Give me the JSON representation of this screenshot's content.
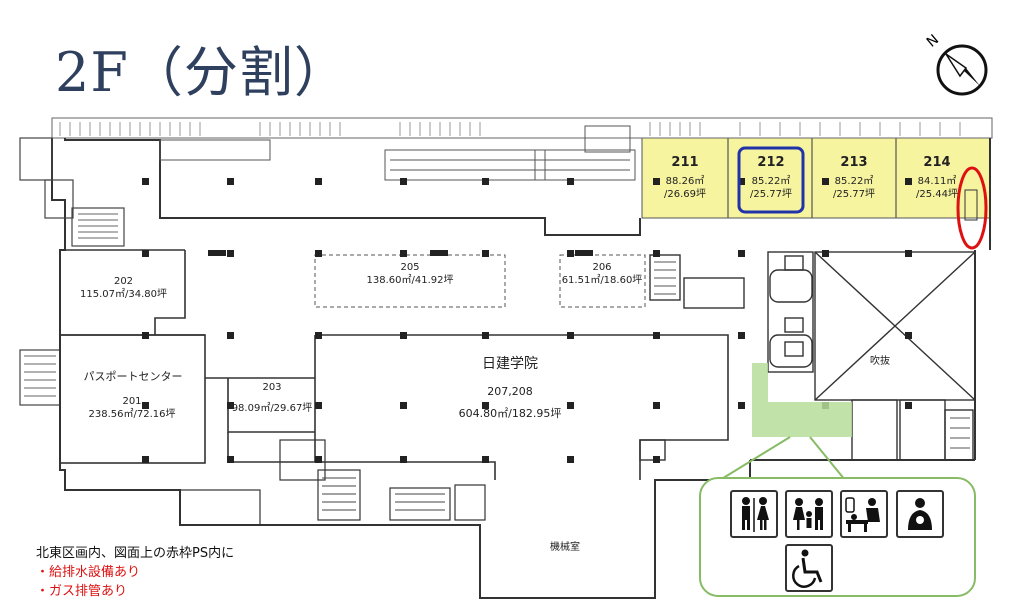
{
  "title": "2F（分割）",
  "compass_label": "N",
  "rooms": {
    "r211": {
      "num": "211",
      "area": "88.26㎡",
      "tsubo": "/26.69坪"
    },
    "r212": {
      "num": "212",
      "area": "85.22㎡",
      "tsubo": "/25.77坪"
    },
    "r213": {
      "num": "213",
      "area": "85.22㎡",
      "tsubo": "/25.77坪"
    },
    "r214": {
      "num": "214",
      "area": "84.11㎡",
      "tsubo": "/25.44坪"
    },
    "r202": {
      "num": "202",
      "area": "115.07㎡/34.80坪"
    },
    "r205": {
      "num": "205",
      "area": "138.60㎡/41.92坪"
    },
    "r206": {
      "num": "206",
      "area": "61.51㎡/18.60坪"
    },
    "r201": {
      "name": "パスポートセンター",
      "num": "201",
      "area": "238.56㎡/72.16坪"
    },
    "r203": {
      "num": "203",
      "area": "98.09㎡/29.67坪"
    },
    "r207": {
      "name": "日建学院",
      "num": "207,208",
      "area": "604.80㎡/182.95坪"
    },
    "atrium": "吹抜",
    "machine": "機械室"
  },
  "note": {
    "line1": "北東区画内、図面上の赤枠PS内に",
    "line2": "・給排水設備あり",
    "line3": "・ガス排管あり"
  },
  "facility_icons": [
    "mens-womens-restroom-icon",
    "family-restroom-icon",
    "baby-changing-icon",
    "nursing-room-icon",
    "wheelchair-accessible-icon"
  ],
  "colors": {
    "highlight": "#f7f4a0",
    "selected_box": "#2233aa",
    "ps_mark": "#dd1111",
    "facility_zone": "#b6dd9a",
    "callout": "#88bb66"
  }
}
